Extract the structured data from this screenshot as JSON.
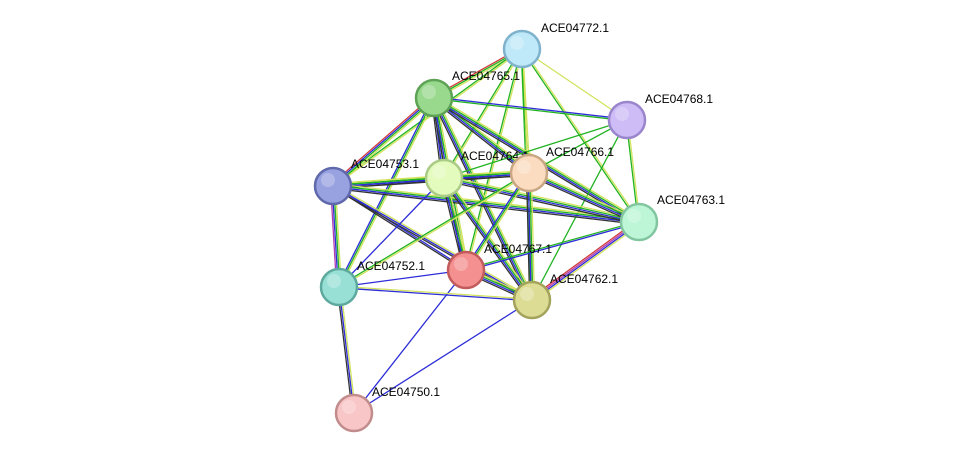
{
  "network": {
    "nodes": [
      {
        "id": "ACE04772.1",
        "label": "ACE04772.1",
        "fill": "#bfe8f8",
        "stroke": "#7fb2cc"
      },
      {
        "id": "ACE04765.1",
        "label": "ACE04765.1",
        "fill": "#98d98e",
        "stroke": "#5ea256"
      },
      {
        "id": "ACE04768.1",
        "label": "ACE04768.1",
        "fill": "#cdbcf6",
        "stroke": "#9a86cc"
      },
      {
        "id": "ACE04753.1",
        "label": "ACE04753.1",
        "fill": "#98a2e0",
        "stroke": "#5f69ab"
      },
      {
        "id": "ACE04764.1",
        "label": "ACE04764.1",
        "fill": "#e3fbbc",
        "stroke": "#aacb86"
      },
      {
        "id": "ACE04766.1",
        "label": "ACE04766.1",
        "fill": "#fbdcc0",
        "stroke": "#c9a684"
      },
      {
        "id": "ACE04763.1",
        "label": "ACE04763.1",
        "fill": "#bdf6d6",
        "stroke": "#82c6a0"
      },
      {
        "id": "ACE04767.1",
        "label": "ACE04767.1",
        "fill": "#f49090",
        "stroke": "#c25c5c"
      },
      {
        "id": "ACE04752.1",
        "label": "ACE04752.1",
        "fill": "#98e0d6",
        "stroke": "#5ea99e"
      },
      {
        "id": "ACE04762.1",
        "label": "ACE04762.1",
        "fill": "#dcdc94",
        "stroke": "#a3a35c"
      },
      {
        "id": "ACE04750.1",
        "label": "ACE04750.1",
        "fill": "#f8c6c6",
        "stroke": "#c28c8c"
      }
    ],
    "edges": [
      {
        "source": "ACE04772.1",
        "target": "ACE04765.1",
        "colors": [
          "#d2e35e",
          "#21b321",
          "#d23c3c"
        ]
      },
      {
        "source": "ACE04772.1",
        "target": "ACE04753.1",
        "colors": [
          "#d2e35e",
          "#21b321"
        ]
      },
      {
        "source": "ACE04772.1",
        "target": "ACE04764.1",
        "colors": [
          "#d2e35e",
          "#21b321"
        ]
      },
      {
        "source": "ACE04772.1",
        "target": "ACE04766.1",
        "colors": [
          "#d2e35e",
          "#21b321"
        ]
      },
      {
        "source": "ACE04772.1",
        "target": "ACE04763.1",
        "colors": [
          "#d2e35e",
          "#21b321"
        ]
      },
      {
        "source": "ACE04772.1",
        "target": "ACE04767.1",
        "colors": [
          "#d2e35e",
          "#21b321"
        ]
      },
      {
        "source": "ACE04772.1",
        "target": "ACE04762.1",
        "colors": [
          "#d2e35e",
          "#21b321"
        ]
      },
      {
        "source": "ACE04772.1",
        "target": "ACE04768.1",
        "colors": [
          "#d2e35e"
        ]
      },
      {
        "source": "ACE04765.1",
        "target": "ACE04768.1",
        "colors": [
          "#2c2cd8",
          "#21b321"
        ]
      },
      {
        "source": "ACE04765.1",
        "target": "ACE04753.1",
        "colors": [
          "#d2e35e",
          "#21b321",
          "#2c2cd8",
          "#d23c3c"
        ]
      },
      {
        "source": "ACE04765.1",
        "target": "ACE04764.1",
        "colors": [
          "#d2e35e",
          "#21b321",
          "#2c2cd8",
          "#333333"
        ]
      },
      {
        "source": "ACE04765.1",
        "target": "ACE04766.1",
        "colors": [
          "#d2e35e",
          "#21b321",
          "#2c2cd8",
          "#333333"
        ]
      },
      {
        "source": "ACE04765.1",
        "target": "ACE04763.1",
        "colors": [
          "#d2e35e",
          "#21b321",
          "#2c2cd8",
          "#333333"
        ]
      },
      {
        "source": "ACE04765.1",
        "target": "ACE04767.1",
        "colors": [
          "#d2e35e",
          "#21b321",
          "#2c2cd8",
          "#333333"
        ]
      },
      {
        "source": "ACE04765.1",
        "target": "ACE04752.1",
        "colors": [
          "#d2e35e",
          "#21b321",
          "#2c2cd8"
        ]
      },
      {
        "source": "ACE04765.1",
        "target": "ACE04762.1",
        "colors": [
          "#d2e35e",
          "#21b321",
          "#2c2cd8",
          "#333333"
        ]
      },
      {
        "source": "ACE04768.1",
        "target": "ACE04764.1",
        "colors": [
          "#21b321"
        ]
      },
      {
        "source": "ACE04768.1",
        "target": "ACE04766.1",
        "colors": [
          "#21b321"
        ]
      },
      {
        "source": "ACE04768.1",
        "target": "ACE04763.1",
        "colors": [
          "#d2e35e",
          "#21b321"
        ]
      },
      {
        "source": "ACE04768.1",
        "target": "ACE04762.1",
        "colors": [
          "#21b321"
        ]
      },
      {
        "source": "ACE04753.1",
        "target": "ACE04764.1",
        "colors": [
          "#d2e35e",
          "#21b321",
          "#2c2cd8",
          "#333333"
        ]
      },
      {
        "source": "ACE04753.1",
        "target": "ACE04766.1",
        "colors": [
          "#d2e35e",
          "#21b321",
          "#2c2cd8",
          "#333333"
        ]
      },
      {
        "source": "ACE04753.1",
        "target": "ACE04763.1",
        "colors": [
          "#d2e35e",
          "#21b321",
          "#2c2cd8",
          "#333333"
        ]
      },
      {
        "source": "ACE04753.1",
        "target": "ACE04767.1",
        "colors": [
          "#2c2cd8",
          "#333333"
        ]
      },
      {
        "source": "ACE04753.1",
        "target": "ACE04752.1",
        "colors": [
          "#d2e35e",
          "#21b321",
          "#2c2cd8",
          "#b03cb0"
        ]
      },
      {
        "source": "ACE04753.1",
        "target": "ACE04762.1",
        "colors": [
          "#d2e35e",
          "#2c2cd8",
          "#333333"
        ]
      },
      {
        "source": "ACE04764.1",
        "target": "ACE04766.1",
        "colors": [
          "#d2e35e",
          "#21b321",
          "#2c2cd8",
          "#333333"
        ]
      },
      {
        "source": "ACE04764.1",
        "target": "ACE04763.1",
        "colors": [
          "#d2e35e",
          "#21b321",
          "#2c2cd8",
          "#333333"
        ]
      },
      {
        "source": "ACE04764.1",
        "target": "ACE04767.1",
        "colors": [
          "#d2e35e",
          "#21b321",
          "#2c2cd8",
          "#333333"
        ]
      },
      {
        "source": "ACE04764.1",
        "target": "ACE04752.1",
        "colors": [
          "#2c2cd8"
        ]
      },
      {
        "source": "ACE04764.1",
        "target": "ACE04762.1",
        "colors": [
          "#d2e35e",
          "#21b321",
          "#2c2cd8",
          "#333333"
        ]
      },
      {
        "source": "ACE04766.1",
        "target": "ACE04763.1",
        "colors": [
          "#d2e35e",
          "#21b321",
          "#2c2cd8",
          "#333333"
        ]
      },
      {
        "source": "ACE04766.1",
        "target": "ACE04767.1",
        "colors": [
          "#d2e35e",
          "#21b321",
          "#2c2cd8"
        ]
      },
      {
        "source": "ACE04766.1",
        "target": "ACE04752.1",
        "colors": [
          "#d2e35e",
          "#21b321"
        ]
      },
      {
        "source": "ACE04766.1",
        "target": "ACE04762.1",
        "colors": [
          "#d2e35e",
          "#21b321",
          "#2c2cd8",
          "#333333"
        ]
      },
      {
        "source": "ACE04763.1",
        "target": "ACE04767.1",
        "colors": [
          "#2c2cd8",
          "#21b321"
        ]
      },
      {
        "source": "ACE04763.1",
        "target": "ACE04762.1",
        "colors": [
          "#d2e35e",
          "#2c2cd8",
          "#b03cb0",
          "#d23c3c"
        ]
      },
      {
        "source": "ACE04767.1",
        "target": "ACE04752.1",
        "colors": [
          "#2c2cd8"
        ]
      },
      {
        "source": "ACE04767.1",
        "target": "ACE04762.1",
        "colors": [
          "#d2e35e",
          "#21b321",
          "#2c2cd8",
          "#333333"
        ]
      },
      {
        "source": "ACE04767.1",
        "target": "ACE04750.1",
        "colors": [
          "#2c2cd8"
        ]
      },
      {
        "source": "ACE04752.1",
        "target": "ACE04762.1",
        "colors": [
          "#d2e35e",
          "#2c2cd8"
        ]
      },
      {
        "source": "ACE04752.1",
        "target": "ACE04750.1",
        "colors": [
          "#d2e35e",
          "#2c2cd8",
          "#333333"
        ]
      },
      {
        "source": "ACE04762.1",
        "target": "ACE04750.1",
        "colors": [
          "#2c2cd8"
        ]
      }
    ]
  }
}
